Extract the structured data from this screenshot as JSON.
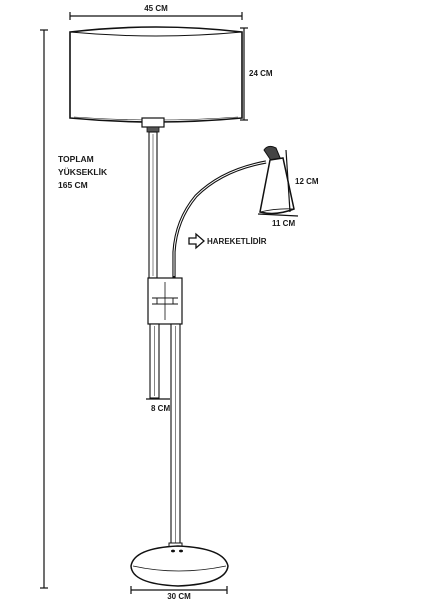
{
  "dimensions": {
    "shade_width": "45 CM",
    "shade_height": "24 CM",
    "total_height": [
      "TOPLAM",
      "YÜKSEKLİK",
      "165 CM"
    ],
    "reading_height": "12 CM",
    "reading_width": "11 CM",
    "rod_width": "8 CM",
    "base_width": "30 CM"
  },
  "annotations": {
    "movable": "HAREKETLİDİR"
  },
  "colors": {
    "ink": "#111111",
    "paper": "#ffffff"
  },
  "icons": {
    "movable_arrow": "arrow-right-outline-icon"
  }
}
